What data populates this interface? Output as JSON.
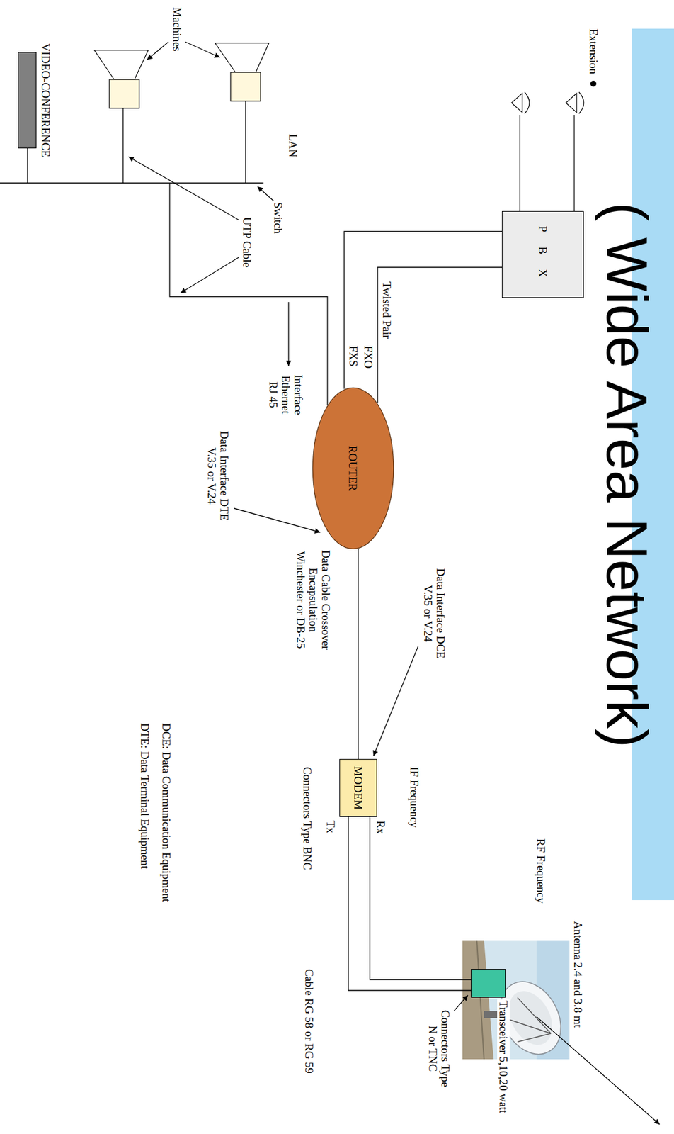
{
  "diagram": {
    "title": "( Wide Area Network)",
    "nodes": [
      {
        "text": [
          "P B X"
        ]
      },
      {
        "text": [
          "ROUTER"
        ]
      },
      {
        "text": [
          "MODEM"
        ]
      },
      {
        "text": [
          "Transceiver 5,10,20 watt"
        ]
      },
      {
        "text": [
          "VIDEO-CONFERENCE"
        ]
      }
    ],
    "edges": [
      {
        "from": 0,
        "to": 1,
        "arrow": "none"
      },
      {
        "from": 0,
        "to": 1,
        "arrow": "none"
      },
      {
        "from": 1,
        "to": 2,
        "arrow": "none"
      },
      {
        "from": 2,
        "to": 3,
        "arrow": "none"
      },
      {
        "from": 2,
        "to": 3,
        "arrow": "none"
      }
    ],
    "labels": [
      "Extension",
      "Twisted Pair",
      "FXO",
      "FXS",
      "Interface Ethernet RJ 45",
      "Data Interface DTE V.35 or V.24",
      "Data Interface DCE V.35 or V.24",
      "Data Cable Crossover Encapsulation Winchester or DB-25",
      "IF Frequency",
      "Rx",
      "Tx",
      "Connectors Type BNC",
      "RF Frequency",
      "Antenna 2.4 and 3.8 mt",
      "Connectors Type N or TNC",
      "Cable RG 58 or RG 59",
      "Machines",
      "LAN",
      "Switch",
      "UTP Cable",
      "DCE: Data Communication Equipment",
      "DTE: Data Terminal Equipment"
    ]
  }
}
